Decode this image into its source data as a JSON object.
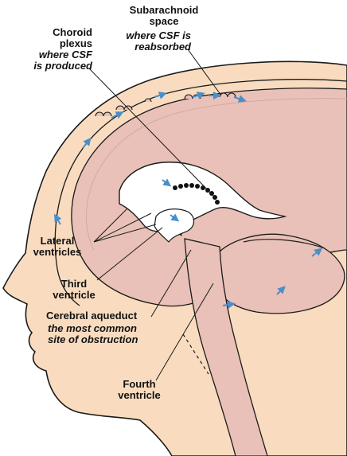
{
  "labels": {
    "subarachnoid": {
      "line1": "Subarachnoid",
      "line2": "space",
      "line3": "where CSF is",
      "line4": "reabsorbed"
    },
    "choroid": {
      "line1": "Choroid",
      "line2": "plexus",
      "line3": "where CSF",
      "line4": "is produced"
    },
    "lateral": {
      "line1": "Lateral",
      "line2": "ventricles"
    },
    "third": {
      "line1": "Third",
      "line2": "ventricle"
    },
    "aqueduct": {
      "line1": "Cerebral aqueduct",
      "line2": "the most common",
      "line3": "site of obstruction"
    },
    "fourth": {
      "line1": "Fourth",
      "line2": "ventricle"
    }
  },
  "colors": {
    "skin": "#f9dcbf",
    "brain": "#e9c1b8",
    "ventricle": "#ffffff",
    "outline": "#1a1a1a",
    "arrow": "#4a8fc9",
    "plexus": "#111111"
  }
}
